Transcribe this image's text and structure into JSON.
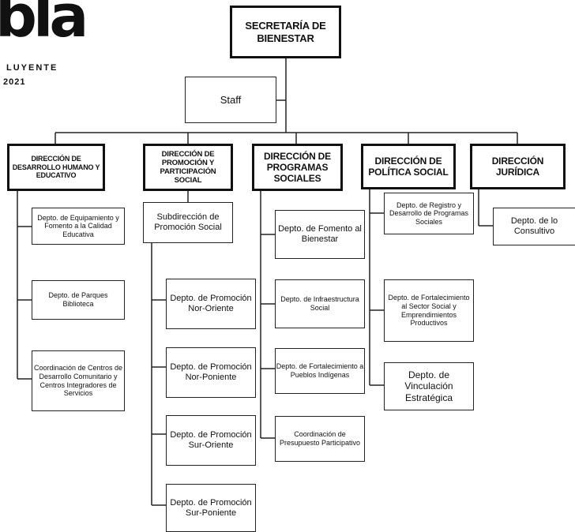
{
  "logo": {
    "mark": "bla",
    "line1": "LUYENTE",
    "line2": "2021"
  },
  "top": {
    "title": "SECRETARÍA DE BIENESTAR",
    "staff": "Staff"
  },
  "directions": [
    {
      "title": "DIRECCIÓN DE DESARROLLO HUMANO Y EDUCATIVO",
      "units": [
        "Depto. de Equipamiento y Fomento a la Calidad Educativa",
        "Depto. de Parques Biblioteca",
        "Coordinación de Centros de Desarrollo Comunitario y Centros Integradores de Servicios"
      ]
    },
    {
      "title": "DIRECCIÓN DE PROMOCIÓN Y PARTICIPACIÓN SOCIAL",
      "subdirection": "Subdirección de Promoción Social",
      "units": [
        "Depto. de Promoción Nor-Oriente",
        "Depto. de Promoción Nor-Poniente",
        "Depto. de Promoción Sur-Oriente",
        "Depto. de Promoción Sur-Poniente"
      ]
    },
    {
      "title": "DIRECCIÓN DE PROGRAMAS SOCIALES",
      "units": [
        "Depto. de Fomento al Bienestar",
        "Depto. de Infraestructura Social",
        "Depto. de Fortalecimiento a Pueblos Indígenas",
        "Coordinación de Presupuesto Participativo"
      ]
    },
    {
      "title": "DIRECCIÓN DE POLÍTICA SOCIAL",
      "units": [
        "Depto. de Registro y Desarrollo de Programas Sociales",
        "Depto. de Fortalecimiento al Sector Social y Emprendimientos Productivos",
        "Depto. de Vinculación Estratégica"
      ]
    },
    {
      "title": "DIRECCIÓN JURÍDICA",
      "units": [
        "Depto. de lo Consultivo"
      ]
    }
  ]
}
